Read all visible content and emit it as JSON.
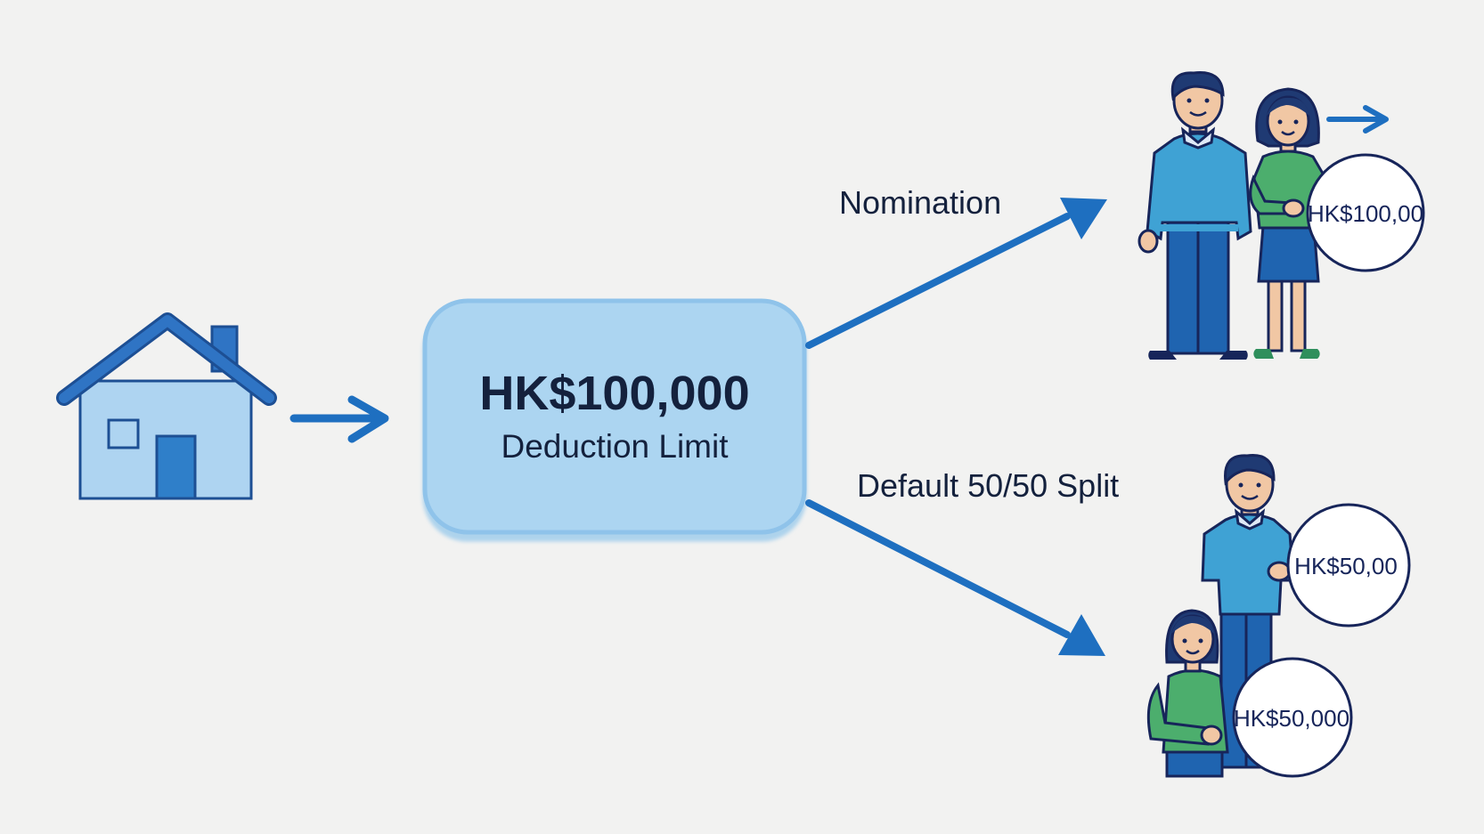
{
  "central_box": {
    "amount": "HK$100,000",
    "label": "Deduction Limit"
  },
  "branches": {
    "nomination": {
      "label": "Nomination",
      "coin": "HK$100,00"
    },
    "default_split": {
      "label": "Default 50/50 Split",
      "coin_man": "HK$50,00",
      "coin_woman": "HK$50,000"
    }
  },
  "icons": {
    "house": "house-icon",
    "people": "person-icon",
    "arrows": "arrow-icon"
  },
  "colors": {
    "background": "#f2f2f1",
    "box_fill": "#acd5f1",
    "box_border": "#8fc3ea",
    "arrow": "#1e6fc0",
    "house_fill": "#aed4f1",
    "house_roof": "#2f74c4",
    "man_shirt": "#3fa2d4",
    "woman_shirt": "#4cae6d",
    "trousers": "#1f64b0",
    "navy": "#17255a"
  }
}
